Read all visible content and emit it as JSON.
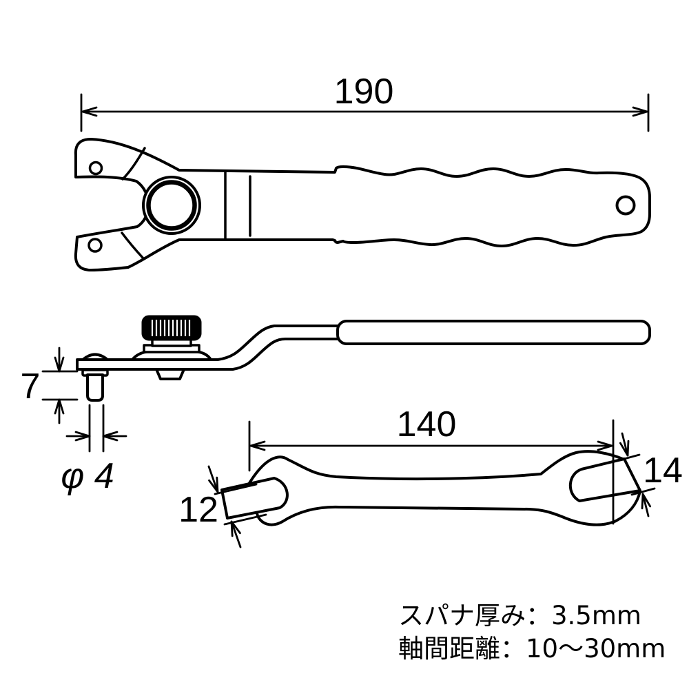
{
  "colors": {
    "line": "#000000",
    "background": "#ffffff",
    "knob_fill": "#000000"
  },
  "top_view": {
    "length_dim": "190"
  },
  "side_view": {
    "pin_length_dim": "7",
    "pin_diameter_dim": "φ 4"
  },
  "spanner_view": {
    "length_dim": "140",
    "left_jaw_dim": "12",
    "right_jaw_dim": "14"
  },
  "notes": {
    "thickness": "スパナ厚み：3.5mm",
    "shaft_distance": "軸間距離：10〜30mm"
  }
}
